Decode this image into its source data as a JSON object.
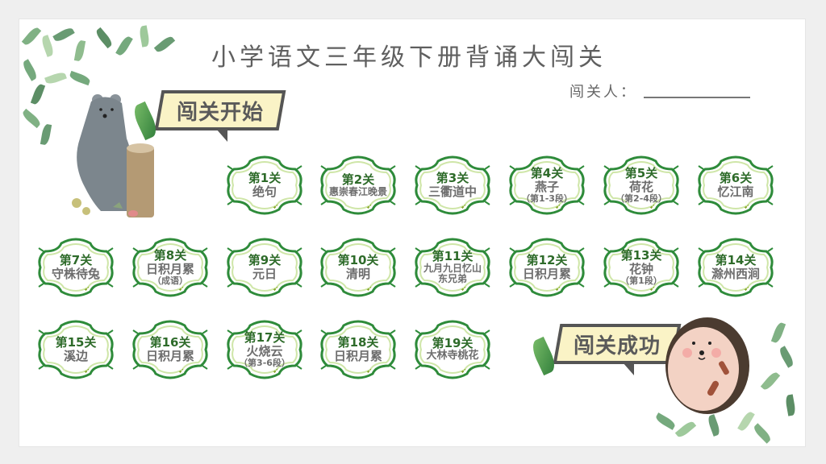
{
  "header": {
    "title": "小学语文三年级下册背诵大闯关",
    "challenger_label": "闯关人："
  },
  "banners": {
    "start": "闯关开始",
    "success": "闯关成功"
  },
  "levels": [
    {
      "level": "第1关",
      "name": "绝句",
      "sub": ""
    },
    {
      "level": "第2关",
      "name": "惠崇春江晚景",
      "sub": ""
    },
    {
      "level": "第3关",
      "name": "三衢道中",
      "sub": ""
    },
    {
      "level": "第4关",
      "name": "燕子",
      "sub": "（第1-3段）"
    },
    {
      "level": "第5关",
      "name": "荷花",
      "sub": "（第2-4段）"
    },
    {
      "level": "第6关",
      "name": "忆江南",
      "sub": ""
    },
    {
      "level": "第7关",
      "name": "守株待兔",
      "sub": ""
    },
    {
      "level": "第8关",
      "name": "日积月累",
      "sub": "（成语）"
    },
    {
      "level": "第9关",
      "name": "元日",
      "sub": ""
    },
    {
      "level": "第10关",
      "name": "清明",
      "sub": ""
    },
    {
      "level": "第11关",
      "name": "九月九日忆山东兄弟",
      "sub": ""
    },
    {
      "level": "第12关",
      "name": "日积月累",
      "sub": ""
    },
    {
      "level": "第13关",
      "name": "花钟",
      "sub": "（第1段）"
    },
    {
      "level": "第14关",
      "name": "滁州西涧",
      "sub": ""
    },
    {
      "level": "第15关",
      "name": "溪边",
      "sub": ""
    },
    {
      "level": "第16关",
      "name": "日积月累",
      "sub": ""
    },
    {
      "level": "第17关",
      "name": "火烧云",
      "sub": "（第3-6段）"
    },
    {
      "level": "第18关",
      "name": "日积月累",
      "sub": ""
    },
    {
      "level": "第19关",
      "name": "大林寺桃花",
      "sub": ""
    }
  ],
  "icons": {
    "bear": "bear-illustration",
    "hedgehog": "hedgehog-illustration",
    "leaf_mark": "✔"
  },
  "colors": {
    "badge_border": "#2e8b3a",
    "badge_inner": "#cfe6a8",
    "banner_fill": "#faf3c6",
    "banner_border": "#555555",
    "title_text": "#5f5f5f",
    "level_text": "#2e6b2a",
    "name_text": "#6d6d6d"
  }
}
